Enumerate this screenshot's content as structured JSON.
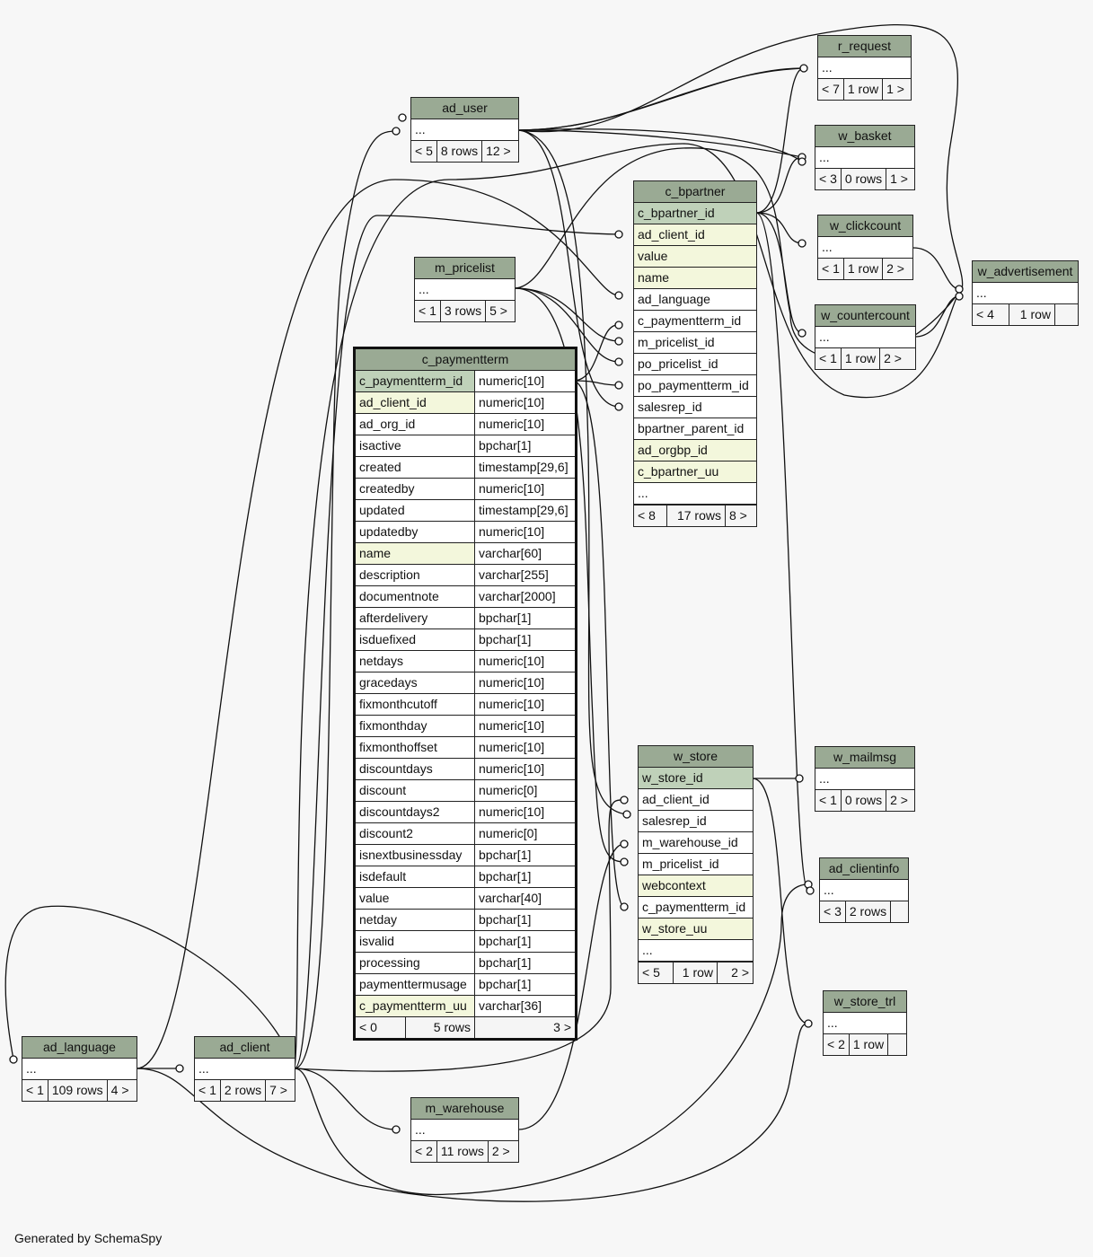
{
  "footer_text": "Generated by SchemaSpy",
  "tables": {
    "r_request": {
      "name": "r_request",
      "rows": [
        "..."
      ],
      "footer": [
        "< 7",
        "1 row",
        "1 >"
      ]
    },
    "ad_user": {
      "name": "ad_user",
      "rows": [
        "..."
      ],
      "footer": [
        "< 5",
        "8 rows",
        "12 >"
      ]
    },
    "w_basket": {
      "name": "w_basket",
      "rows": [
        "..."
      ],
      "footer": [
        "< 3",
        "0 rows",
        "1 >"
      ]
    },
    "c_bpartner": {
      "name": "c_bpartner",
      "rows": [
        "c_bpartner_id",
        "ad_client_id",
        "value",
        "name",
        "ad_language",
        "c_paymentterm_id",
        "m_pricelist_id",
        "po_pricelist_id",
        "po_paymentterm_id",
        "salesrep_id",
        "bpartner_parent_id",
        "ad_orgbp_id",
        "c_bpartner_uu",
        "..."
      ],
      "footer": [
        "< 8",
        "17 rows",
        "8 >"
      ]
    },
    "w_clickcount": {
      "name": "w_clickcount",
      "rows": [
        "..."
      ],
      "footer": [
        "< 1",
        "1 row",
        "2 >"
      ]
    },
    "w_advertisement": {
      "name": "w_advertisement",
      "rows": [
        "..."
      ],
      "footer": [
        "< 4",
        "1 row",
        ""
      ]
    },
    "m_pricelist": {
      "name": "m_pricelist",
      "rows": [
        "..."
      ],
      "footer": [
        "< 1",
        "3 rows",
        "5 >"
      ]
    },
    "w_countercount": {
      "name": "w_countercount",
      "rows": [
        "..."
      ],
      "footer": [
        "< 1",
        "1 row",
        "2 >"
      ]
    },
    "c_paymentterm": {
      "name": "c_paymentterm",
      "columns": [
        {
          "name": "c_paymentterm_id",
          "type": "numeric[10]"
        },
        {
          "name": "ad_client_id",
          "type": "numeric[10]"
        },
        {
          "name": "ad_org_id",
          "type": "numeric[10]"
        },
        {
          "name": "isactive",
          "type": "bpchar[1]"
        },
        {
          "name": "created",
          "type": "timestamp[29,6]"
        },
        {
          "name": "createdby",
          "type": "numeric[10]"
        },
        {
          "name": "updated",
          "type": "timestamp[29,6]"
        },
        {
          "name": "updatedby",
          "type": "numeric[10]"
        },
        {
          "name": "name",
          "type": "varchar[60]"
        },
        {
          "name": "description",
          "type": "varchar[255]"
        },
        {
          "name": "documentnote",
          "type": "varchar[2000]"
        },
        {
          "name": "afterdelivery",
          "type": "bpchar[1]"
        },
        {
          "name": "isduefixed",
          "type": "bpchar[1]"
        },
        {
          "name": "netdays",
          "type": "numeric[10]"
        },
        {
          "name": "gracedays",
          "type": "numeric[10]"
        },
        {
          "name": "fixmonthcutoff",
          "type": "numeric[10]"
        },
        {
          "name": "fixmonthday",
          "type": "numeric[10]"
        },
        {
          "name": "fixmonthoffset",
          "type": "numeric[10]"
        },
        {
          "name": "discountdays",
          "type": "numeric[10]"
        },
        {
          "name": "discount",
          "type": "numeric[0]"
        },
        {
          "name": "discountdays2",
          "type": "numeric[10]"
        },
        {
          "name": "discount2",
          "type": "numeric[0]"
        },
        {
          "name": "isnextbusinessday",
          "type": "bpchar[1]"
        },
        {
          "name": "isdefault",
          "type": "bpchar[1]"
        },
        {
          "name": "value",
          "type": "varchar[40]"
        },
        {
          "name": "netday",
          "type": "bpchar[1]"
        },
        {
          "name": "isvalid",
          "type": "bpchar[1]"
        },
        {
          "name": "processing",
          "type": "bpchar[1]"
        },
        {
          "name": "paymenttermusage",
          "type": "bpchar[1]"
        },
        {
          "name": "c_paymentterm_uu",
          "type": "varchar[36]"
        }
      ],
      "footer": [
        "< 0",
        "5 rows",
        "3 >"
      ]
    },
    "w_store": {
      "name": "w_store",
      "rows": [
        "w_store_id",
        "ad_client_id",
        "salesrep_id",
        "m_warehouse_id",
        "m_pricelist_id",
        "webcontext",
        "c_paymentterm_id",
        "w_store_uu",
        "..."
      ],
      "footer": [
        "< 5",
        "1 row",
        "2 >"
      ]
    },
    "w_mailmsg": {
      "name": "w_mailmsg",
      "rows": [
        "..."
      ],
      "footer": [
        "< 1",
        "0 rows",
        "2 >"
      ]
    },
    "ad_clientinfo": {
      "name": "ad_clientinfo",
      "rows": [
        "..."
      ],
      "footer": [
        "< 3",
        "2 rows",
        ""
      ]
    },
    "w_store_trl": {
      "name": "w_store_trl",
      "rows": [
        "..."
      ],
      "footer": [
        "< 2",
        "1 row",
        ""
      ]
    },
    "ad_language": {
      "name": "ad_language",
      "rows": [
        "..."
      ],
      "footer": [
        "< 1",
        "109 rows",
        "4 >"
      ]
    },
    "ad_client": {
      "name": "ad_client",
      "rows": [
        "..."
      ],
      "footer": [
        "< 1",
        "2 rows",
        "7 >"
      ]
    },
    "m_warehouse": {
      "name": "m_warehouse",
      "rows": [
        "..."
      ],
      "footer": [
        "< 2",
        "11 rows",
        "2 >"
      ]
    }
  }
}
